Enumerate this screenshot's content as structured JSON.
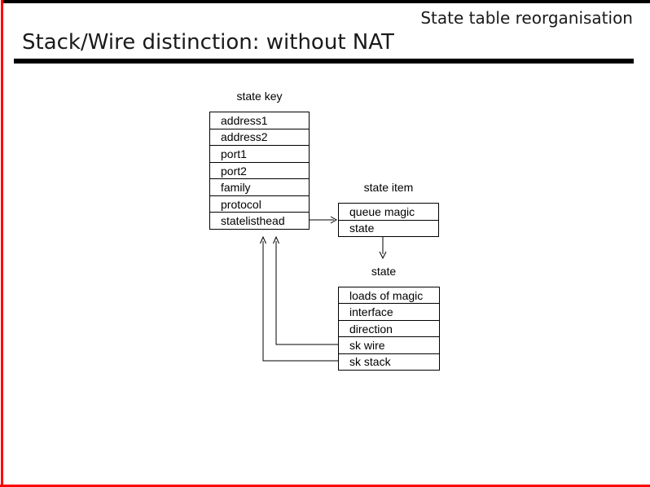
{
  "page": {
    "header_right": "State table reorganisation",
    "title": "Stack/Wire distinction: without NAT"
  },
  "colors": {
    "accent_red": "#ff0000",
    "line_black": "#000000"
  },
  "diagram": {
    "tables": [
      {
        "label": "state key",
        "rows": [
          "address1",
          "address2",
          "port1",
          "port2",
          "family",
          "protocol",
          "statelisthead"
        ]
      },
      {
        "label": "state item",
        "rows": [
          "queue magic",
          "state"
        ]
      },
      {
        "label": "state",
        "rows": [
          "loads of magic",
          "interface",
          "direction",
          "sk wire",
          "sk stack"
        ]
      }
    ],
    "connections": [
      {
        "from": "state key / statelisthead",
        "to": "state item",
        "direction": "right"
      },
      {
        "from": "state item / state",
        "to": "state",
        "direction": "down"
      },
      {
        "from": "state / sk wire",
        "to": "state key",
        "direction": "up"
      },
      {
        "from": "state / sk stack",
        "to": "state key",
        "direction": "up"
      }
    ]
  }
}
